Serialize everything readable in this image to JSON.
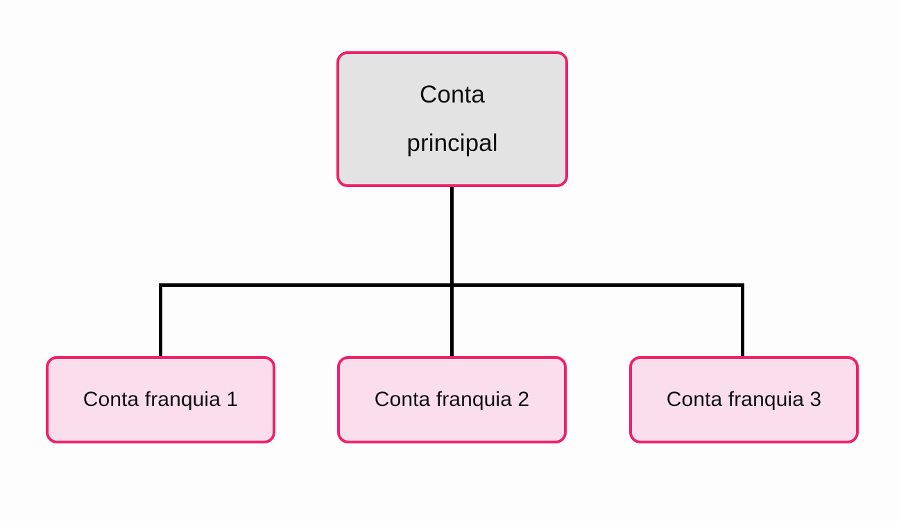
{
  "diagram": {
    "type": "org-tree",
    "background_color": "#fdfdfd",
    "line_color": "#000000",
    "root": {
      "id": "conta-principal",
      "label": "Conta\nprincipal",
      "label_line_1": "Conta",
      "label_line_2": "principal",
      "fill_color": "#e3e3e3",
      "border_color": "#f0206a",
      "text_color": "#0e0e0e"
    },
    "children": [
      {
        "id": "conta-franquia-1",
        "label": "Conta franquia 1",
        "fill_color": "#fbdeec",
        "border_color": "#f0206a",
        "text_color": "#0e0e0e"
      },
      {
        "id": "conta-franquia-2",
        "label": "Conta franquia 2",
        "fill_color": "#fbdeec",
        "border_color": "#f0206a",
        "text_color": "#0e0e0e"
      },
      {
        "id": "conta-franquia-3",
        "label": "Conta franquia 3",
        "fill_color": "#fbdeec",
        "border_color": "#f0206a",
        "text_color": "#0e0e0e"
      }
    ]
  }
}
